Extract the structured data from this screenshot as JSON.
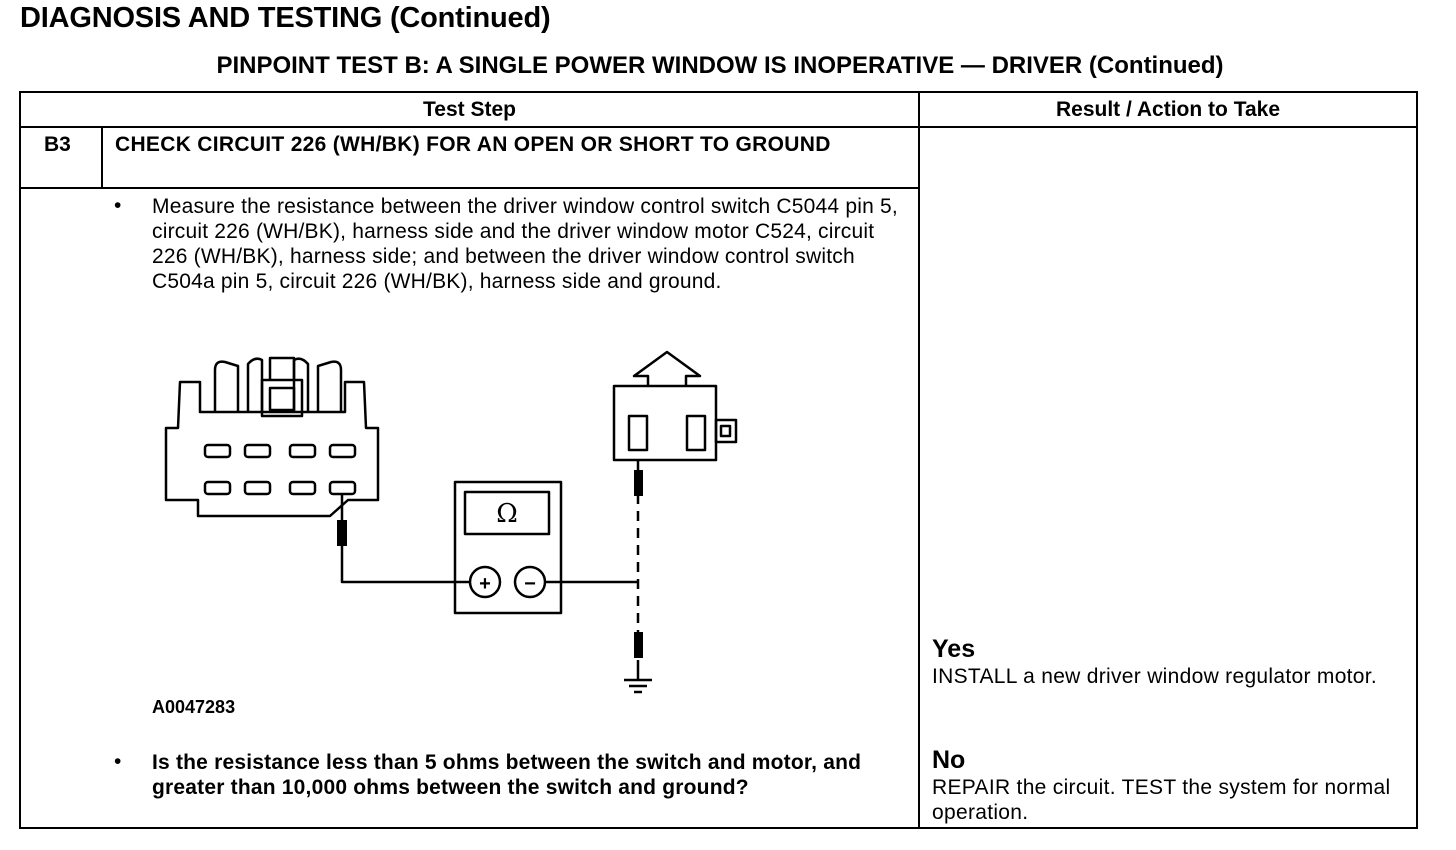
{
  "page": {
    "title": "DIAGNOSIS AND TESTING (Continued)",
    "subtitle": "PINPOINT TEST  B: A SINGLE POWER WINDOW IS INOPERATIVE — DRIVER (Continued)"
  },
  "table": {
    "col_test_step": "Test Step",
    "col_result": "Result / Action to Take"
  },
  "step": {
    "id": "B3",
    "title": "CHECK CIRCUIT 226 (WH/BK) FOR AN OPEN OR SHORT TO GROUND",
    "bullet_symbol": "•",
    "instruction": "Measure the resistance between the driver window control switch C5044 pin 5, circuit 226 (WH/BK), harness side and the driver window motor C524, circuit 226 (WH/BK), harness side; and between the driver window control switch C504a pin 5, circuit 226 (WH/BK), harness side and ground.",
    "figure_code": "A0047283",
    "question": "Is the resistance less than 5 ohms between the switch and motor, and greater than 10,000 ohms between the switch and ground?"
  },
  "diagram": {
    "meter_symbol": "Ω",
    "plus_symbol": "+",
    "minus_symbol": "−"
  },
  "results": [
    {
      "heading": "Yes",
      "action": "INSTALL a new driver window regulator motor."
    },
    {
      "heading": "No",
      "action": "REPAIR the circuit. TEST the system for normal operation."
    }
  ]
}
